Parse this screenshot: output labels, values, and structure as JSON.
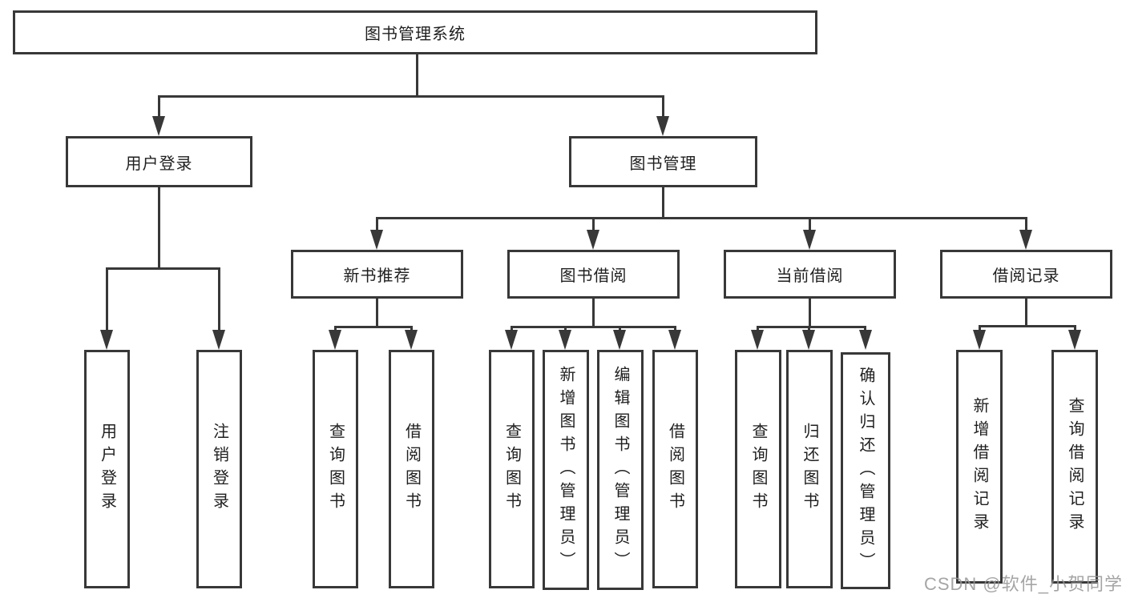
{
  "tree": {
    "root": {
      "label": "图书管理系统",
      "children": [
        {
          "label": "用户登录",
          "children": [
            {
              "label": "用户登录"
            },
            {
              "label": "注销登录"
            }
          ]
        },
        {
          "label": "图书管理",
          "children": [
            {
              "label": "新书推荐",
              "children": [
                {
                  "label": "查询图书"
                },
                {
                  "label": "借阅图书"
                }
              ]
            },
            {
              "label": "图书借阅",
              "children": [
                {
                  "label": "查询图书"
                },
                {
                  "label": "新增图书（管理员）"
                },
                {
                  "label": "编辑图书（管理员）"
                },
                {
                  "label": "借阅图书"
                }
              ]
            },
            {
              "label": "当前借阅",
              "children": [
                {
                  "label": "查询图书"
                },
                {
                  "label": "归还图书"
                },
                {
                  "label": "确认归还（管理员）"
                }
              ]
            },
            {
              "label": "借阅记录",
              "children": [
                {
                  "label": "新增借阅记录"
                },
                {
                  "label": "查询借阅记录"
                }
              ]
            }
          ]
        }
      ]
    }
  },
  "watermark": {
    "text": "CSDN @软件_小贺同学"
  },
  "colors": {
    "line": "#383838",
    "text": "#1f1f1f",
    "background": "#ffffff",
    "watermark": "#969696"
  }
}
